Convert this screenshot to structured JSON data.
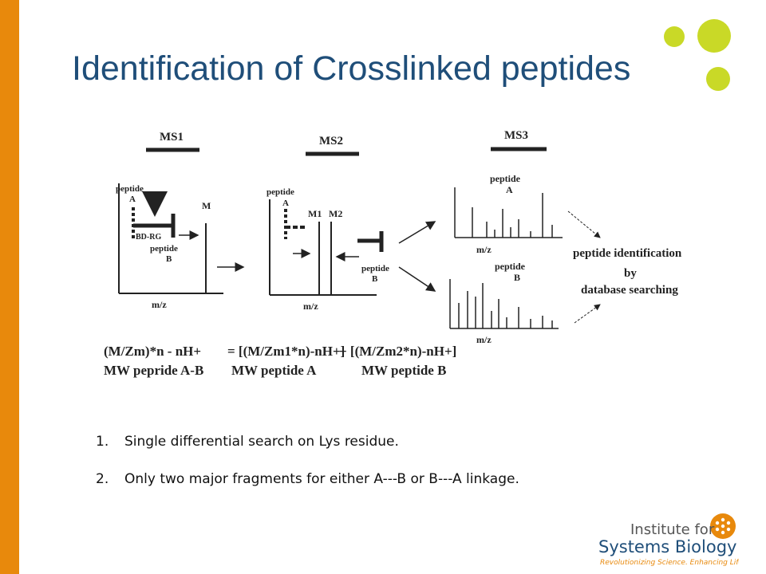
{
  "slide": {
    "title": "Identification of Crosslinked peptides",
    "accent_color": "#e8890c",
    "title_color": "#1f4e79",
    "dot_color": "#c9d927"
  },
  "figure": {
    "ms1": {
      "heading": "MS1",
      "peptide_a": "peptide",
      "peptide_a_letter": "A",
      "linker": "BD-RG",
      "m_label": "M",
      "peptide_b": "peptide",
      "peptide_b_letter": "B",
      "axis": "m/z"
    },
    "ms2": {
      "heading": "MS2",
      "peptide_a": "peptide",
      "peptide_a_letter": "A",
      "m1": "M1",
      "m2": "M2",
      "peptide_b": "peptide",
      "peptide_b_letter": "B",
      "axis": "m/z"
    },
    "ms3": {
      "heading": "MS3",
      "top_peptide": "peptide",
      "top_letter": "A",
      "top_axis": "m/z",
      "bottom_peptide": "peptide",
      "bottom_letter": "B",
      "bottom_axis": "m/z"
    },
    "result": {
      "line1": "peptide identification",
      "line2": "by",
      "line3": "database searching"
    },
    "equation": {
      "lhs": "(M/Zm)*n - nH+",
      "eq1": "= [(M/Zm1*n)-nH+]",
      "eq2": "+ [(M/Zm2*n)-nH+]",
      "lab1": "MW pepride A-B",
      "lab2": "MW peptide A",
      "lab3": "MW peptide B"
    }
  },
  "bullets": [
    {
      "num": "1.",
      "text": "Single differential search on Lys residue."
    },
    {
      "num": "2.",
      "text": "Only two major fragments for either A---B or B---A linkage."
    }
  ],
  "logo": {
    "line1": "Institute for",
    "line2": "Systems Biology",
    "tagline": "Revolutionizing Science. Enhancing Life."
  }
}
